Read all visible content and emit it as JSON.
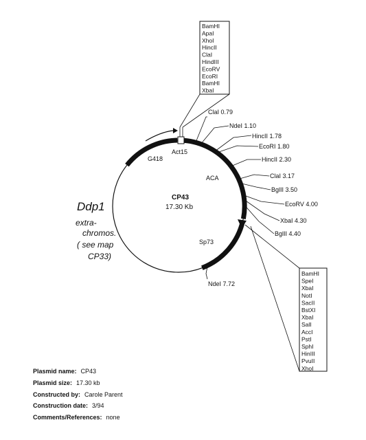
{
  "plasmid": {
    "name": "CP43",
    "size": "17.30 Kb"
  },
  "features": [
    {
      "label": "G418"
    },
    {
      "label": "Act15"
    },
    {
      "label": "ACA"
    },
    {
      "label": "Sp73"
    }
  ],
  "sites": [
    {
      "label": "ClaI 0.79"
    },
    {
      "label": "NdeI 1.10"
    },
    {
      "label": "HincII 1.78"
    },
    {
      "label": "EcoRI 1.80"
    },
    {
      "label": "HincII 2.30"
    },
    {
      "label": "ClaI 3.17"
    },
    {
      "label": "BglII 3.50"
    },
    {
      "label": "EcoRV 4.00"
    },
    {
      "label": "XbaI 4.30"
    },
    {
      "label": "BglII 4.40"
    },
    {
      "label": "NdeI 7.72"
    }
  ],
  "polylinker_top": [
    "BamHI",
    "ApaI",
    "XhoI",
    "HincII",
    "ClaI",
    "HindIII",
    "EcoRV",
    "EcoRI",
    "BamHI",
    "XbaI"
  ],
  "polylinker_bottom": [
    "BamHI",
    "SpeI",
    "XbaI",
    "NotI",
    "SacII",
    "BstXI",
    "XbaI",
    "SalI",
    "AccI",
    "PstI",
    "SphI",
    "HinIII",
    "PvuII",
    "XhoI"
  ],
  "handwritten": {
    "title": "Ddp1",
    "lines": [
      "extra-",
      "chromos.",
      "( see map",
      "CP33)"
    ]
  },
  "info": [
    {
      "label": "Plasmid name:",
      "value": "CP43"
    },
    {
      "label": "Plasmid size:",
      "value": "17.30 kb"
    },
    {
      "label": "Constructed by:",
      "value": "Carole Parent"
    },
    {
      "label": "Construction date:",
      "value": "3/94"
    },
    {
      "label": "Comments/References:",
      "value": "none"
    }
  ]
}
